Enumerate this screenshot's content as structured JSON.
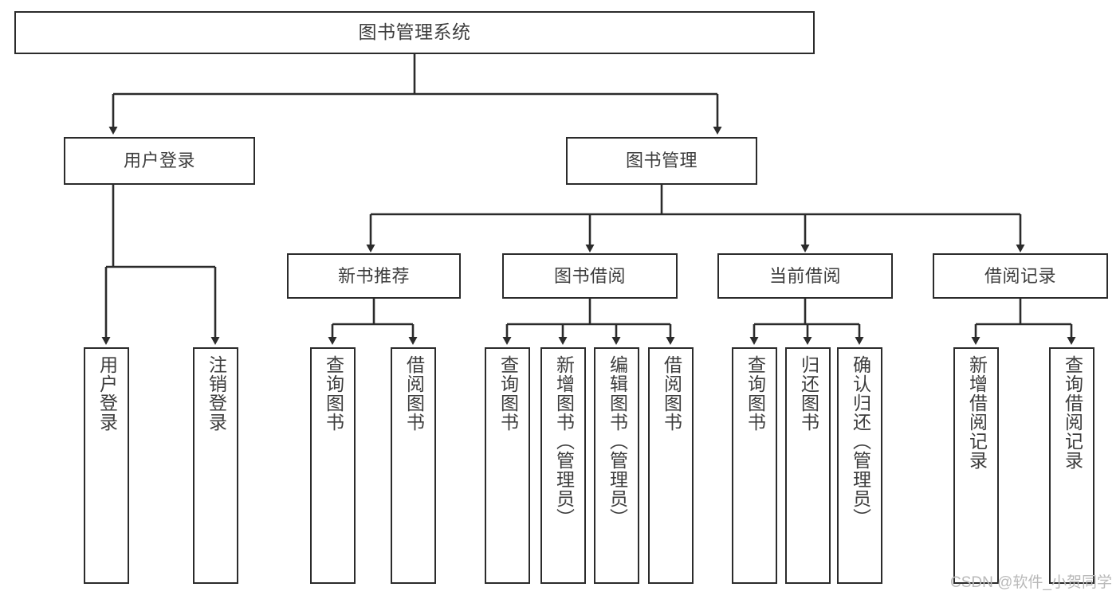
{
  "diagram": {
    "title": "图书管理系统",
    "type": "tree",
    "watermark": "CSDN @软件_小贺同学",
    "colors": {
      "stroke": "#2b2b2b",
      "text": "#3d3d3d",
      "background": "#ffffff",
      "watermark": "#b9b9b9"
    },
    "nodes": {
      "root": {
        "label": "图书管理系统"
      },
      "level2": [
        {
          "label": "用户登录"
        },
        {
          "label": "图书管理"
        }
      ],
      "level3": [
        {
          "label": "新书推荐"
        },
        {
          "label": "图书借阅"
        },
        {
          "label": "当前借阅"
        },
        {
          "label": "借阅记录"
        }
      ],
      "leaves_user_login": [
        {
          "label": "用户登录"
        },
        {
          "label": "注销登录"
        }
      ],
      "leaves_new_book": [
        {
          "label": "查询图书"
        },
        {
          "label": "借阅图书"
        }
      ],
      "leaves_borrow": [
        {
          "label": "查询图书"
        },
        {
          "label": "新增图书（管理员）"
        },
        {
          "label": "编辑图书（管理员）"
        },
        {
          "label": "借阅图书"
        }
      ],
      "leaves_current": [
        {
          "label": "查询图书"
        },
        {
          "label": "归还图书"
        },
        {
          "label": "确认归还（管理员）"
        }
      ],
      "leaves_record": [
        {
          "label": "新增借阅记录"
        },
        {
          "label": "查询借阅记录"
        }
      ]
    }
  }
}
